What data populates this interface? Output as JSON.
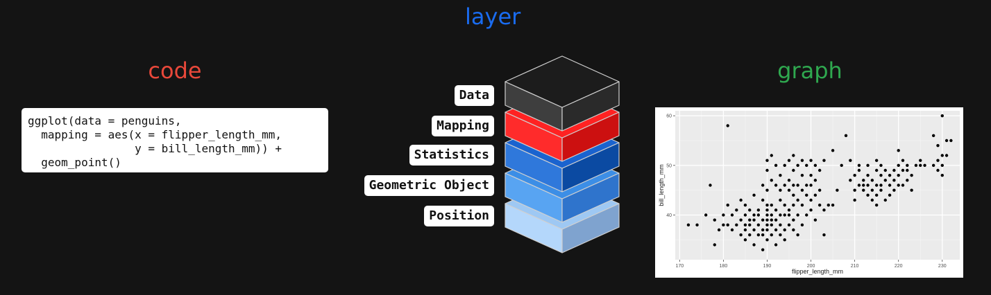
{
  "titles": {
    "layer": "layer",
    "code": "code",
    "graph": "graph"
  },
  "code": [
    "ggplot(data = penguins,",
    "  mapping = aes(x = flipper_length_mm,",
    "                y = bill_length_mm)) +",
    "  geom_point()"
  ],
  "layers": [
    {
      "label": "Data",
      "top": "#1c1c1c",
      "left": "#3e3e3e",
      "right": "#2a2a2a"
    },
    {
      "label": "Mapping",
      "top": "#ff2222",
      "left": "#ff2b2b",
      "right": "#cc1010"
    },
    {
      "label": "Statistics",
      "top": "#1a63cf",
      "left": "#2f78db",
      "right": "#0b4aa2"
    },
    {
      "label": "Geometric Object",
      "top": "#3c8ee6",
      "left": "#58a4f2",
      "right": "#2f74cc"
    },
    {
      "label": "Position",
      "top": "#9ec8f3",
      "left": "#b4d7fb",
      "right": "#7fa3cf"
    }
  ],
  "chart_data": {
    "type": "scatter",
    "xlabel": "flipper_length_mm",
    "ylabel": "bill_length_mm",
    "xlim": [
      169,
      234
    ],
    "ylim": [
      31,
      61
    ],
    "xticks": [
      170,
      180,
      190,
      200,
      210,
      220,
      230
    ],
    "yticks": [
      40,
      50,
      60
    ],
    "grid": true,
    "background": "#ebebeb",
    "point_color": "#000000",
    "points": [
      [
        172,
        38
      ],
      [
        174,
        38
      ],
      [
        176,
        40
      ],
      [
        177,
        46
      ],
      [
        178,
        34
      ],
      [
        178,
        39
      ],
      [
        179,
        37
      ],
      [
        180,
        38
      ],
      [
        180,
        40
      ],
      [
        181,
        42
      ],
      [
        181,
        58
      ],
      [
        181,
        38
      ],
      [
        182,
        40
      ],
      [
        182,
        37
      ],
      [
        183,
        38
      ],
      [
        183,
        41
      ],
      [
        184,
        36
      ],
      [
        184,
        39
      ],
      [
        184,
        43
      ],
      [
        185,
        35
      ],
      [
        185,
        37
      ],
      [
        185,
        38
      ],
      [
        185,
        40
      ],
      [
        185,
        42
      ],
      [
        186,
        36
      ],
      [
        186,
        38
      ],
      [
        186,
        39
      ],
      [
        186,
        41
      ],
      [
        187,
        34
      ],
      [
        187,
        37
      ],
      [
        187,
        39
      ],
      [
        187,
        40
      ],
      [
        187,
        44
      ],
      [
        188,
        36
      ],
      [
        188,
        38
      ],
      [
        188,
        40
      ],
      [
        188,
        41
      ],
      [
        189,
        33
      ],
      [
        189,
        36
      ],
      [
        189,
        37
      ],
      [
        189,
        39
      ],
      [
        189,
        43
      ],
      [
        189,
        46
      ],
      [
        190,
        35
      ],
      [
        190,
        37
      ],
      [
        190,
        38
      ],
      [
        190,
        39
      ],
      [
        190,
        40
      ],
      [
        190,
        41
      ],
      [
        190,
        42
      ],
      [
        190,
        45
      ],
      [
        190,
        49
      ],
      [
        190,
        51
      ],
      [
        191,
        36
      ],
      [
        191,
        38
      ],
      [
        191,
        39
      ],
      [
        191,
        40
      ],
      [
        191,
        42
      ],
      [
        191,
        47
      ],
      [
        191,
        52
      ],
      [
        192,
        34
      ],
      [
        192,
        37
      ],
      [
        192,
        39
      ],
      [
        192,
        41
      ],
      [
        192,
        46
      ],
      [
        192,
        50
      ],
      [
        193,
        36
      ],
      [
        193,
        38
      ],
      [
        193,
        40
      ],
      [
        193,
        43
      ],
      [
        193,
        45
      ],
      [
        193,
        48
      ],
      [
        194,
        35
      ],
      [
        194,
        37
      ],
      [
        194,
        40
      ],
      [
        194,
        42
      ],
      [
        194,
        46
      ],
      [
        194,
        50
      ],
      [
        195,
        38
      ],
      [
        195,
        40
      ],
      [
        195,
        41
      ],
      [
        195,
        45
      ],
      [
        195,
        47
      ],
      [
        195,
        51
      ],
      [
        196,
        37
      ],
      [
        196,
        39
      ],
      [
        196,
        42
      ],
      [
        196,
        44
      ],
      [
        196,
        46
      ],
      [
        196,
        49
      ],
      [
        196,
        52
      ],
      [
        197,
        36
      ],
      [
        197,
        40
      ],
      [
        197,
        43
      ],
      [
        197,
        46
      ],
      [
        197,
        50
      ],
      [
        198,
        38
      ],
      [
        198,
        42
      ],
      [
        198,
        45
      ],
      [
        198,
        48
      ],
      [
        198,
        51
      ],
      [
        199,
        40
      ],
      [
        199,
        44
      ],
      [
        199,
        46
      ],
      [
        199,
        50
      ],
      [
        200,
        41
      ],
      [
        200,
        43
      ],
      [
        200,
        46
      ],
      [
        200,
        48
      ],
      [
        200,
        51
      ],
      [
        201,
        39
      ],
      [
        201,
        44
      ],
      [
        201,
        47
      ],
      [
        201,
        50
      ],
      [
        202,
        42
      ],
      [
        202,
        45
      ],
      [
        202,
        49
      ],
      [
        203,
        36
      ],
      [
        203,
        41
      ],
      [
        203,
        51
      ],
      [
        204,
        42
      ],
      [
        205,
        42
      ],
      [
        205,
        53
      ],
      [
        206,
        45
      ],
      [
        207,
        50
      ],
      [
        208,
        56
      ],
      [
        209,
        47
      ],
      [
        209,
        51
      ],
      [
        210,
        43
      ],
      [
        210,
        45
      ],
      [
        210,
        48
      ],
      [
        211,
        46
      ],
      [
        211,
        49
      ],
      [
        211,
        50
      ],
      [
        212,
        45
      ],
      [
        212,
        46
      ],
      [
        212,
        47
      ],
      [
        213,
        44
      ],
      [
        213,
        46
      ],
      [
        213,
        48
      ],
      [
        213,
        50
      ],
      [
        214,
        43
      ],
      [
        214,
        45
      ],
      [
        214,
        47
      ],
      [
        215,
        42
      ],
      [
        215,
        44
      ],
      [
        215,
        46
      ],
      [
        215,
        49
      ],
      [
        215,
        51
      ],
      [
        216,
        45
      ],
      [
        216,
        46
      ],
      [
        216,
        48
      ],
      [
        216,
        50
      ],
      [
        217,
        43
      ],
      [
        217,
        47
      ],
      [
        217,
        49
      ],
      [
        218,
        44
      ],
      [
        218,
        46
      ],
      [
        218,
        48
      ],
      [
        219,
        45
      ],
      [
        219,
        47
      ],
      [
        219,
        49
      ],
      [
        220,
        46
      ],
      [
        220,
        48
      ],
      [
        220,
        50
      ],
      [
        220,
        53
      ],
      [
        221,
        46
      ],
      [
        221,
        49
      ],
      [
        221,
        51
      ],
      [
        222,
        47
      ],
      [
        222,
        49
      ],
      [
        222,
        50
      ],
      [
        223,
        45
      ],
      [
        223,
        48
      ],
      [
        224,
        50
      ],
      [
        225,
        50
      ],
      [
        225,
        51
      ],
      [
        226,
        50
      ],
      [
        228,
        50
      ],
      [
        228,
        56
      ],
      [
        229,
        49
      ],
      [
        229,
        51
      ],
      [
        229,
        54
      ],
      [
        230,
        48
      ],
      [
        230,
        50
      ],
      [
        230,
        52
      ],
      [
        230,
        60
      ],
      [
        231,
        52
      ],
      [
        231,
        55
      ],
      [
        232,
        55
      ]
    ]
  }
}
